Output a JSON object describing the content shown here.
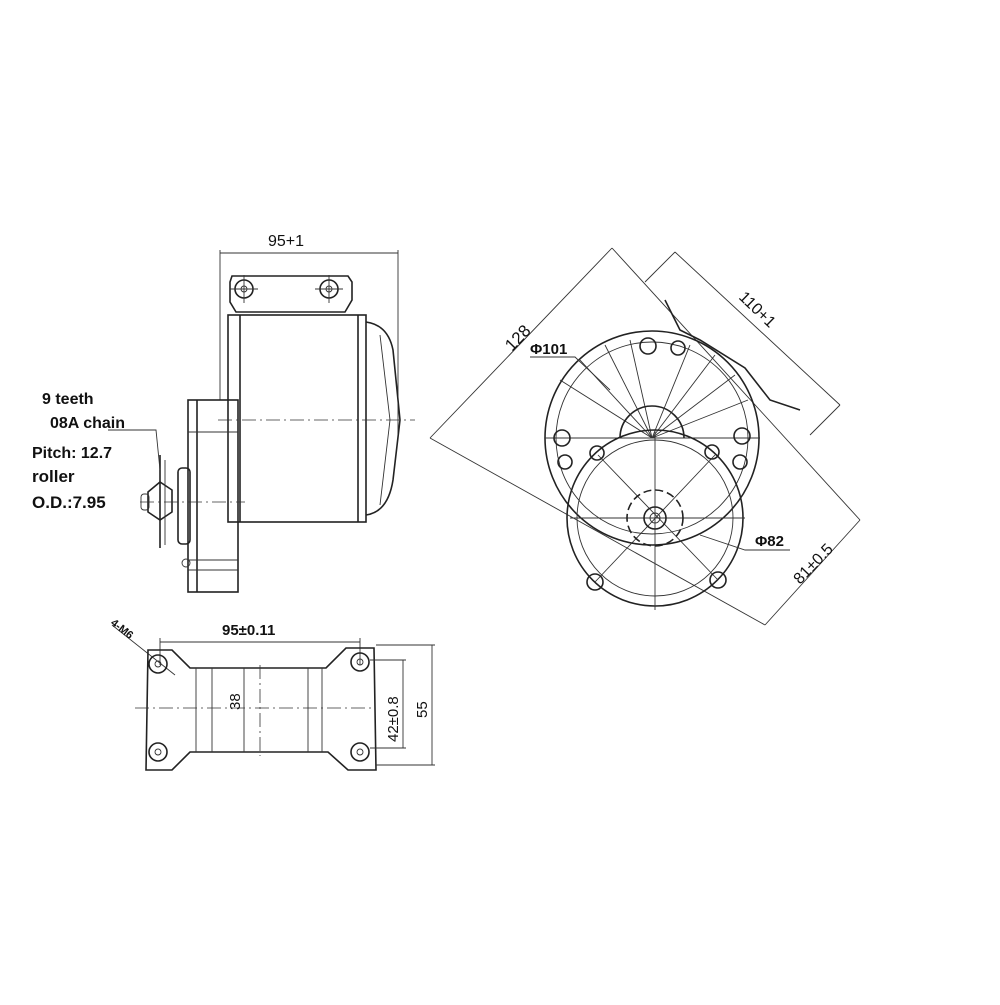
{
  "side_view": {
    "width_dim": "95+1",
    "note_line1": "9 teeth",
    "note_line2": "08A chain",
    "note_line3": "Pitch: 12.7",
    "note_line4": "roller",
    "note_line5": "O.D.:7.95"
  },
  "front_view": {
    "dim_128": "128",
    "dim_101": "Φ101",
    "dim_110": "110+1",
    "dim_82": "Φ82",
    "dim_81": "81±0.5"
  },
  "bottom_view": {
    "holes": "4-M6",
    "width_dim": "95±0.11",
    "dim_38": "38",
    "dim_42": "42±0.8",
    "dim_55": "55"
  }
}
